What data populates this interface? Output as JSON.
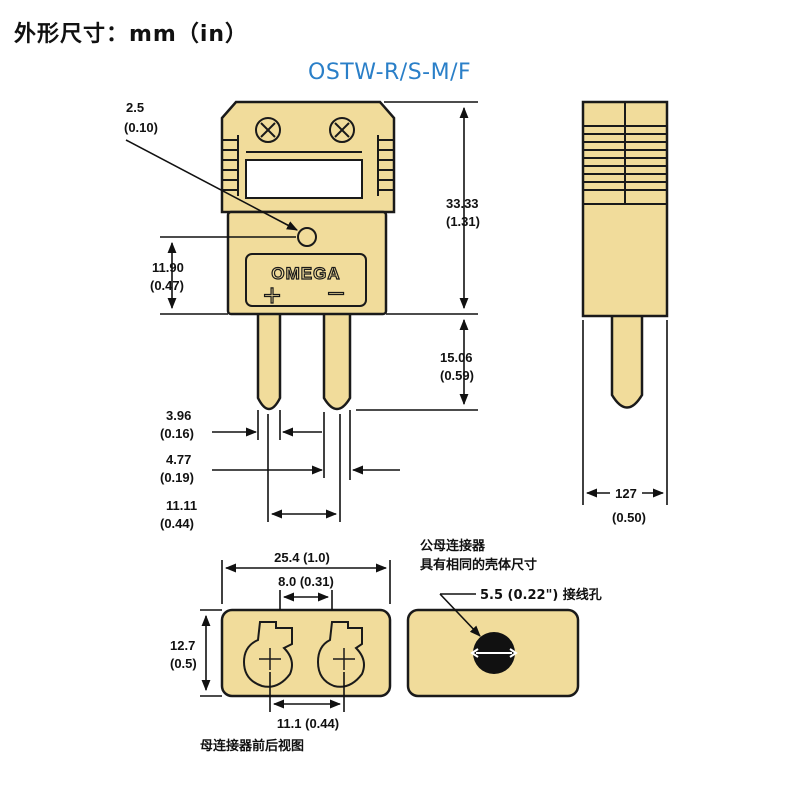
{
  "header": {
    "title": "外形尺寸：mm（in）",
    "model": "OSTW-R/S-M/F"
  },
  "connector": {
    "brand": "OMEGA",
    "plus": "+",
    "minus": "−"
  },
  "dimensions": {
    "hole_mm": "2.5",
    "hole_in": "(0.10)",
    "body_height_mm": "33.33",
    "body_height_in": "(1.31)",
    "pin_offset_mm": "11.90",
    "pin_offset_in": "(0.47)",
    "pin_length_mm": "15.06",
    "pin_length_in": "(0.59)",
    "pin_width_mm": "3.96",
    "pin_width_in": "(0.16)",
    "pin_gap_mm": "4.77",
    "pin_gap_in": "(0.19)",
    "pin_span_mm": "11.11",
    "pin_span_in": "(0.44)",
    "side_width_mm": "127",
    "side_width_in": "(0.50)",
    "face_width": "25.4 (1.0)",
    "socket_gap": "8.0 (0.31)",
    "face_height_mm": "12.7",
    "face_height_in": "(0.5)",
    "socket_span": "11.1 (0.44)"
  },
  "notes": {
    "shell_line1": "公母连接器",
    "shell_line2": "具有相同的壳体尺寸",
    "wire_hole": "5.5 (0.22\") 接线孔",
    "female_view": "母连接器前后视图"
  },
  "colors": {
    "body": "#f1dc9b",
    "outline": "#1a1a1a",
    "title_blue": "#2a7fc8"
  }
}
